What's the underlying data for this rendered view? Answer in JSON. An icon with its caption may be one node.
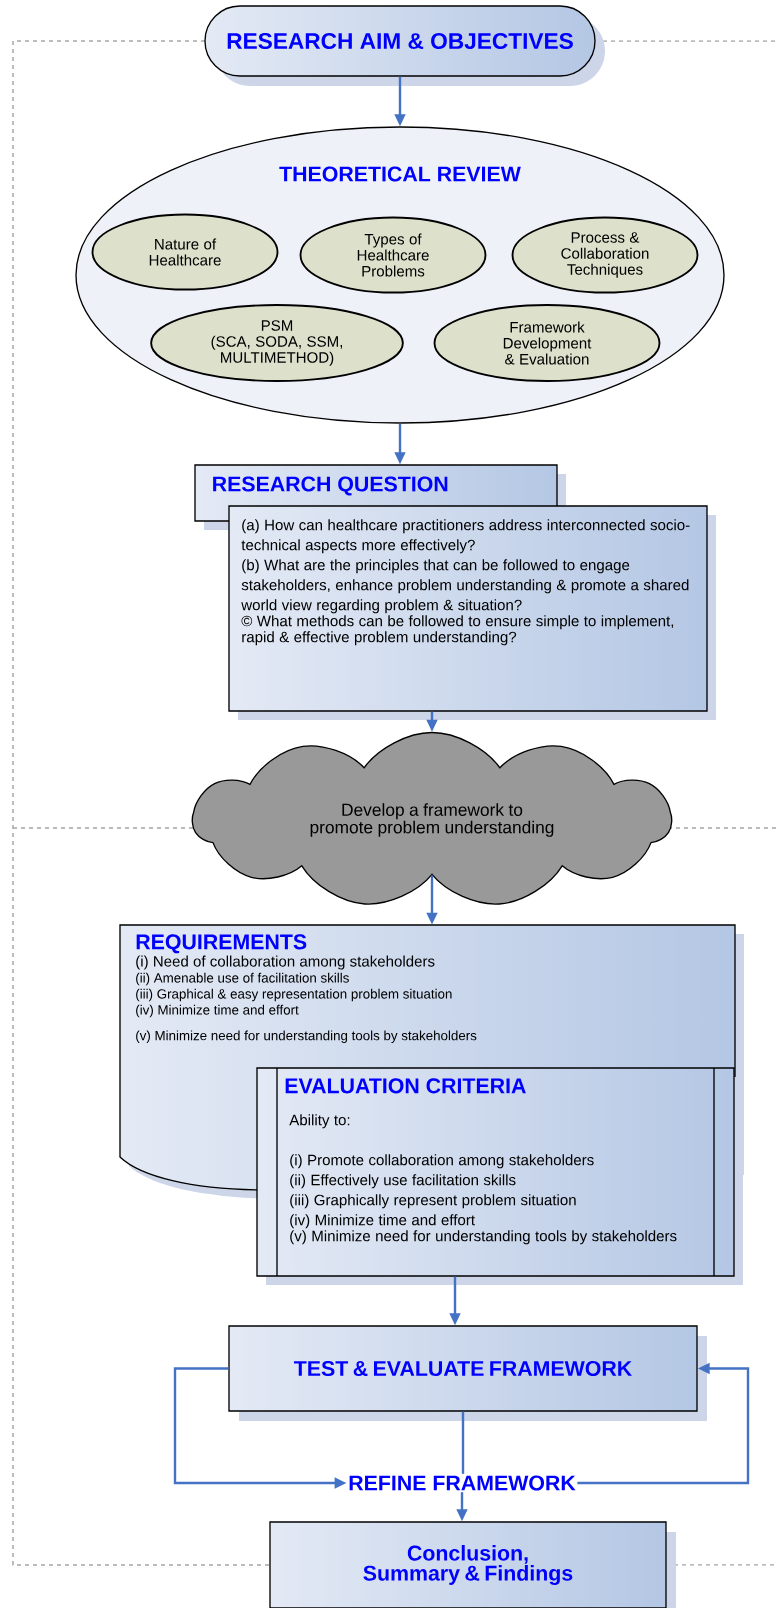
{
  "diagram": {
    "nodes": [
      {
        "text": [
          "RESEARCH AIM & OBJECTIVES"
        ]
      },
      {
        "text": [
          "THEORETICAL REVIEW"
        ]
      },
      {
        "text": [
          "Nature of Healthcare"
        ],
        "in": 1
      },
      {
        "text": [
          "Types of Healthcare Problems"
        ],
        "in": 1
      },
      {
        "text": [
          "Process & Collaboration Techniques"
        ],
        "in": 1
      },
      {
        "text": [
          "PSM",
          "(SCA, SODA, SSM, MULTIMETHOD)"
        ],
        "in": 1
      },
      {
        "text": [
          "Framework Development & Evaluation"
        ],
        "in": 1
      },
      {
        "text": [
          "RESEARCH QUESTION"
        ]
      },
      {
        "text": [
          "(a) How can healthcare practitioners address interconnected socio-technical aspects more effectively?",
          "(b) What are the principles that can be followed to engage stakeholders, enhance problem understanding & promote a shared world view regarding problem & situation?",
          "© What methods can be followed to ensure simple to implement, rapid & effective problem understanding?"
        ]
      },
      {
        "text": [
          "Develop a framework to promote problem understanding"
        ]
      },
      {
        "text": [
          "REQUIREMENTS",
          "(i) Need of collaboration among stakeholders",
          "(ii) Amenable use of facilitation skills",
          "(iii) Graphical & easy representation problem situation",
          "(iv) Minimize time and effort",
          "(v) Minimize need for understanding tools by stakeholders"
        ]
      },
      {
        "text": [
          "EVALUATION CRITERIA",
          "Ability to:",
          "(i) Promote collaboration among stakeholders",
          "(ii) Effectively use facilitation skills",
          "(iii) Graphically represent problem situation",
          "(iv) Minimize time and effort",
          "(v) Minimize need for understanding tools by stakeholders"
        ]
      },
      {
        "text": [
          "TEST & EVALUATE FRAMEWORK"
        ]
      },
      {
        "text": [
          "REFINE FRAMEWORK"
        ]
      },
      {
        "text": [
          "Conclusion, Summary & Findings"
        ]
      }
    ],
    "edges": [
      {
        "from": 0,
        "to": 1,
        "arrow": "to"
      },
      {
        "from": 1,
        "to": 7,
        "arrow": "to"
      },
      {
        "from": 8,
        "to": 9,
        "arrow": "to"
      },
      {
        "from": 9,
        "to": 10,
        "arrow": "to"
      },
      {
        "from": 11,
        "to": 12,
        "arrow": "to"
      },
      {
        "from": 12,
        "to": 13,
        "arrow": "none"
      },
      {
        "from": 12,
        "to": 13,
        "arrow": "to"
      },
      {
        "from": 13,
        "to": 12,
        "arrow": "to"
      },
      {
        "from": 13,
        "to": 14,
        "arrow": "to"
      }
    ]
  }
}
